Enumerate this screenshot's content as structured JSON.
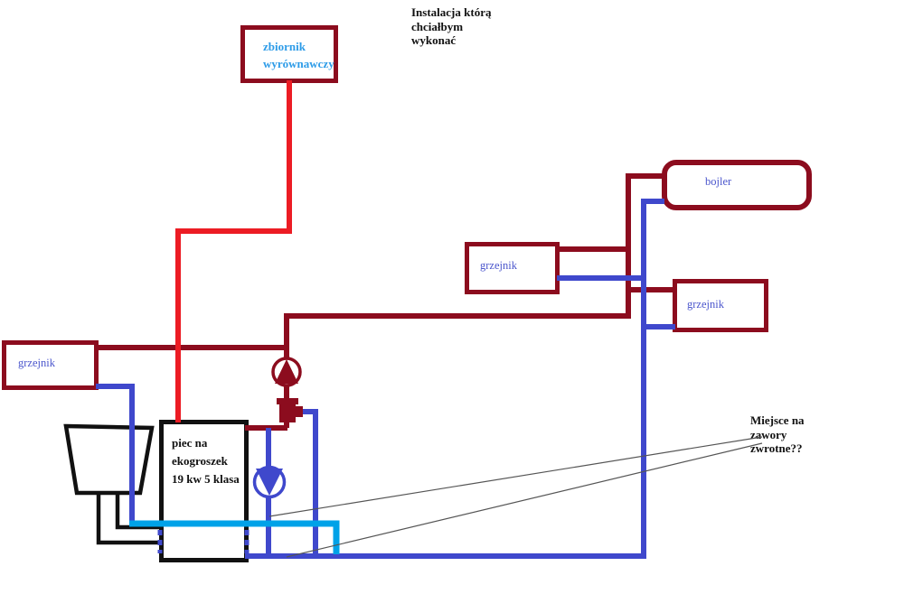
{
  "title": {
    "text": "Instalacja którą\nchciałbym\nwykonać"
  },
  "labels": {
    "tank": "zbiornik\nwyrównawczy",
    "boiler": "bojler",
    "radiator": "grzejnik",
    "furnace": "piec na\nekogroszek\n19 kw 5 klasa",
    "annotation": "Miejsce na\nzawory\nzwrotne??"
  },
  "colors": {
    "hot_supply_dark_red": "#8c0c1e",
    "expansion_bright_red": "#ec1c24",
    "return_blue": "#3f48cc",
    "cold_feed_cyan": "#00a2e8",
    "furnace_black": "#111111",
    "tank_label_blue": "#2e9ce8",
    "box_label_blue": "#4a55cc",
    "pointer_line_gray": "#555555"
  }
}
